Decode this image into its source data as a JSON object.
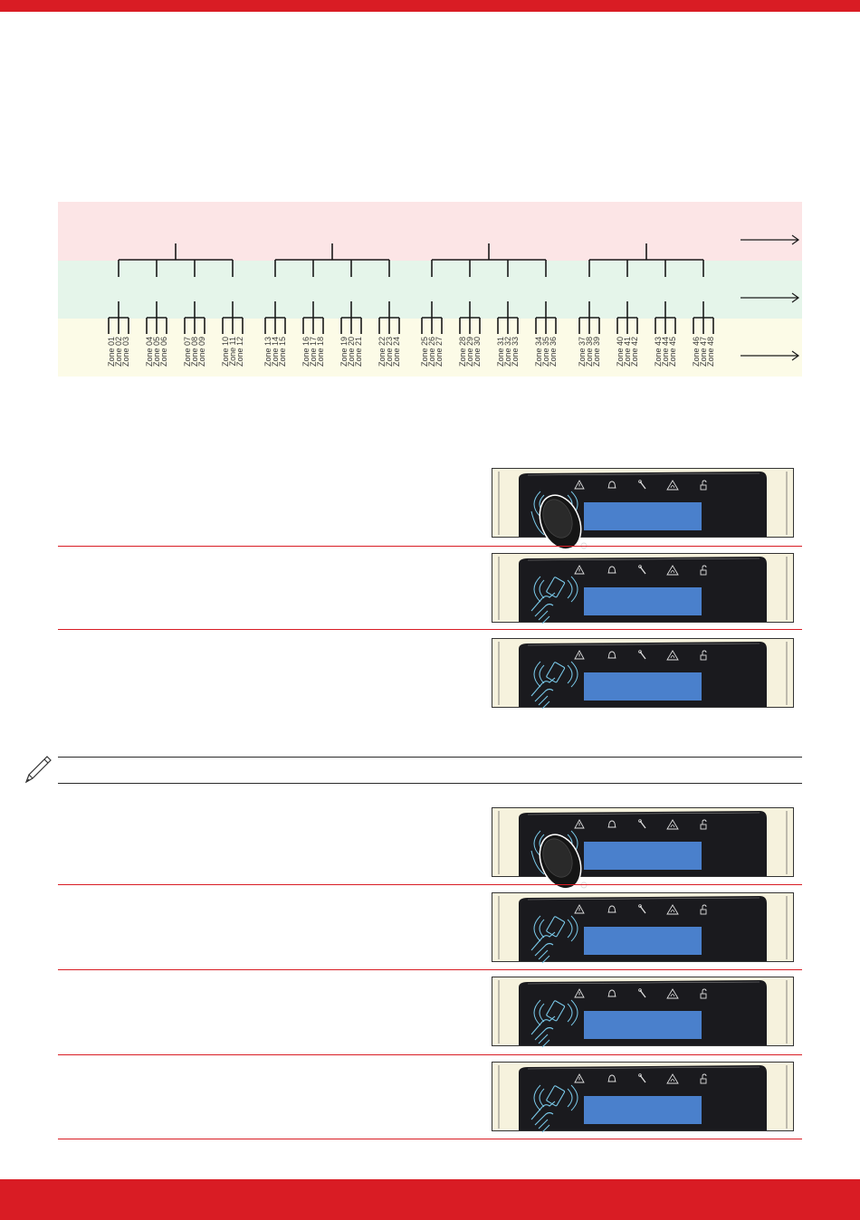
{
  "colors": {
    "brand_red": "#d91c24",
    "band_pink": "#fce5e6",
    "band_green": "#e5f5ea",
    "band_yellow": "#fcfbe7",
    "keypad_body": "#1a1a1e",
    "keypad_frame": "#f6f2dd",
    "lcd": "#4a80cc",
    "glyph_cyan": "#79c8e8"
  },
  "zones": {
    "groups": [
      [
        "Zone 01",
        "Zone 02",
        "Zone 03"
      ],
      [
        "Zone 04",
        "Zone 05",
        "Zone 06"
      ],
      [
        "Zone 07",
        "Zone 08",
        "Zone 09"
      ],
      [
        "Zone 10",
        "Zone 11",
        "Zone 12"
      ],
      [
        "Zone 13",
        "Zone 14",
        "Zone 15"
      ],
      [
        "Zone 16",
        "Zone 17",
        "Zone 18"
      ],
      [
        "Zone 19",
        "Zone 20",
        "Zone 21"
      ],
      [
        "Zone 22",
        "Zone 23",
        "Zone 24"
      ],
      [
        "Zone 25",
        "Zone 26",
        "Zone 27"
      ],
      [
        "Zone 28",
        "Zone 29",
        "Zone 30"
      ],
      [
        "Zone 31",
        "Zone 32",
        "Zone 33"
      ],
      [
        "Zone 34",
        "Zone 35",
        "Zone 36"
      ],
      [
        "Zone 37",
        "Zone 38",
        "Zone 39"
      ],
      [
        "Zone 40",
        "Zone 41",
        "Zone 42"
      ],
      [
        "Zone 43",
        "Zone 44",
        "Zone 45"
      ],
      [
        "Zone 46",
        "Zone 47",
        "Zone 48"
      ]
    ]
  },
  "keypads": [
    {
      "presenter": "fob"
    },
    {
      "presenter": "card"
    },
    {
      "presenter": "card"
    },
    {
      "presenter": "fob"
    },
    {
      "presenter": "card"
    },
    {
      "presenter": "card"
    },
    {
      "presenter": "card"
    }
  ],
  "keypad_icons": [
    "warning-icon",
    "bell-icon",
    "tool-icon",
    "fire-icon",
    "unlock-icon"
  ]
}
